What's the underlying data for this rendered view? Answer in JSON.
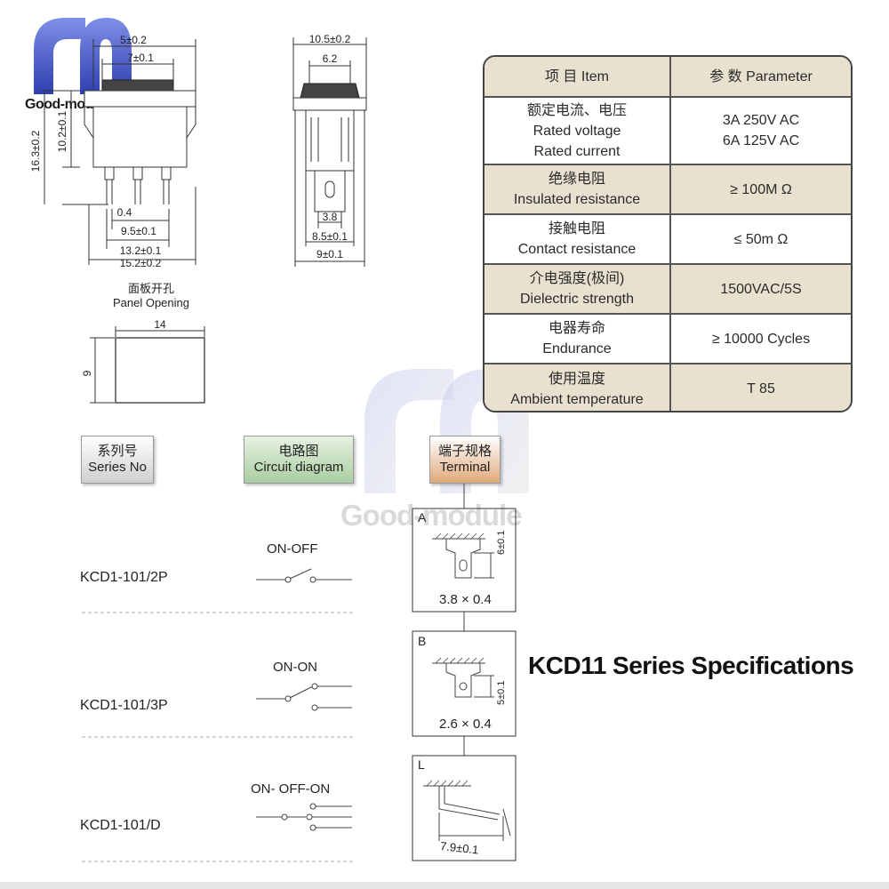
{
  "brand": {
    "name": "Good-module",
    "watermark_text": "Good-module"
  },
  "title": "KCD11 Series Specifications",
  "front_view": {
    "dims": [
      "5±0.2",
      "7±0.1",
      "16.3±0.2",
      "10.2±0.1",
      "0.4",
      "9.5±0.1",
      "13.2±0.1",
      "15.2±0.2"
    ]
  },
  "side_view": {
    "dims": [
      "10.5±0.2",
      "6.2",
      "3.8",
      "8.5±0.1",
      "9±0.1"
    ]
  },
  "panel_opening": {
    "title_cn": "面板开孔",
    "title_en": "Panel Opening",
    "width": "14",
    "height": "9"
  },
  "spec_table": {
    "header": {
      "item": "项 目   Item",
      "parameter": "参 数   Parameter"
    },
    "rows": [
      {
        "item": [
          "额定电流、电压",
          "Rated voltage",
          "Rated current"
        ],
        "value": [
          "3A 250V AC",
          "6A 125V AC"
        ]
      },
      {
        "item": [
          "绝缘电阻",
          "Insulated resistance"
        ],
        "value": [
          "≥ 100M Ω"
        ]
      },
      {
        "item": [
          "接触电阻",
          "Contact resistance"
        ],
        "value": [
          "≤ 50m Ω"
        ]
      },
      {
        "item": [
          "介电强度(极间)",
          "Dielectric strength"
        ],
        "value": [
          "1500VAC/5S"
        ]
      },
      {
        "item": [
          "电器寿命",
          "Endurance"
        ],
        "value": [
          "≥ 10000 Cycles"
        ]
      },
      {
        "item": [
          "使用温度",
          "Ambient temperature"
        ],
        "value": [
          "T 85"
        ]
      }
    ]
  },
  "columns": {
    "series": {
      "cn": "系列号",
      "en": "Series No"
    },
    "circuit": {
      "cn": "电路图",
      "en": "Circuit diagram"
    },
    "terminal": {
      "cn": "端子规格",
      "en": "Terminal"
    }
  },
  "models": [
    {
      "series": "KCD1-101/2P",
      "circuit": "ON-OFF",
      "terminal_letter": "A",
      "terminal_size": "3.8 × 0.4",
      "terminal_dim": "6±0.1"
    },
    {
      "series": "KCD1-101/3P",
      "circuit": "ON-ON",
      "terminal_letter": "B",
      "terminal_size": "2.6 × 0.4",
      "terminal_dim": "5±0.1"
    },
    {
      "series": "KCD1-101/D",
      "circuit": "ON- OFF-ON",
      "terminal_letter": "L",
      "terminal_size": "7.9±0.1",
      "terminal_dim": ""
    }
  ],
  "colors": {
    "line": "#333333",
    "table_shade": "#e9e1cf",
    "circuit_header": "#a9cda0",
    "terminal_header": "#e0a97a",
    "logo_blue": "#4a5fd0"
  }
}
